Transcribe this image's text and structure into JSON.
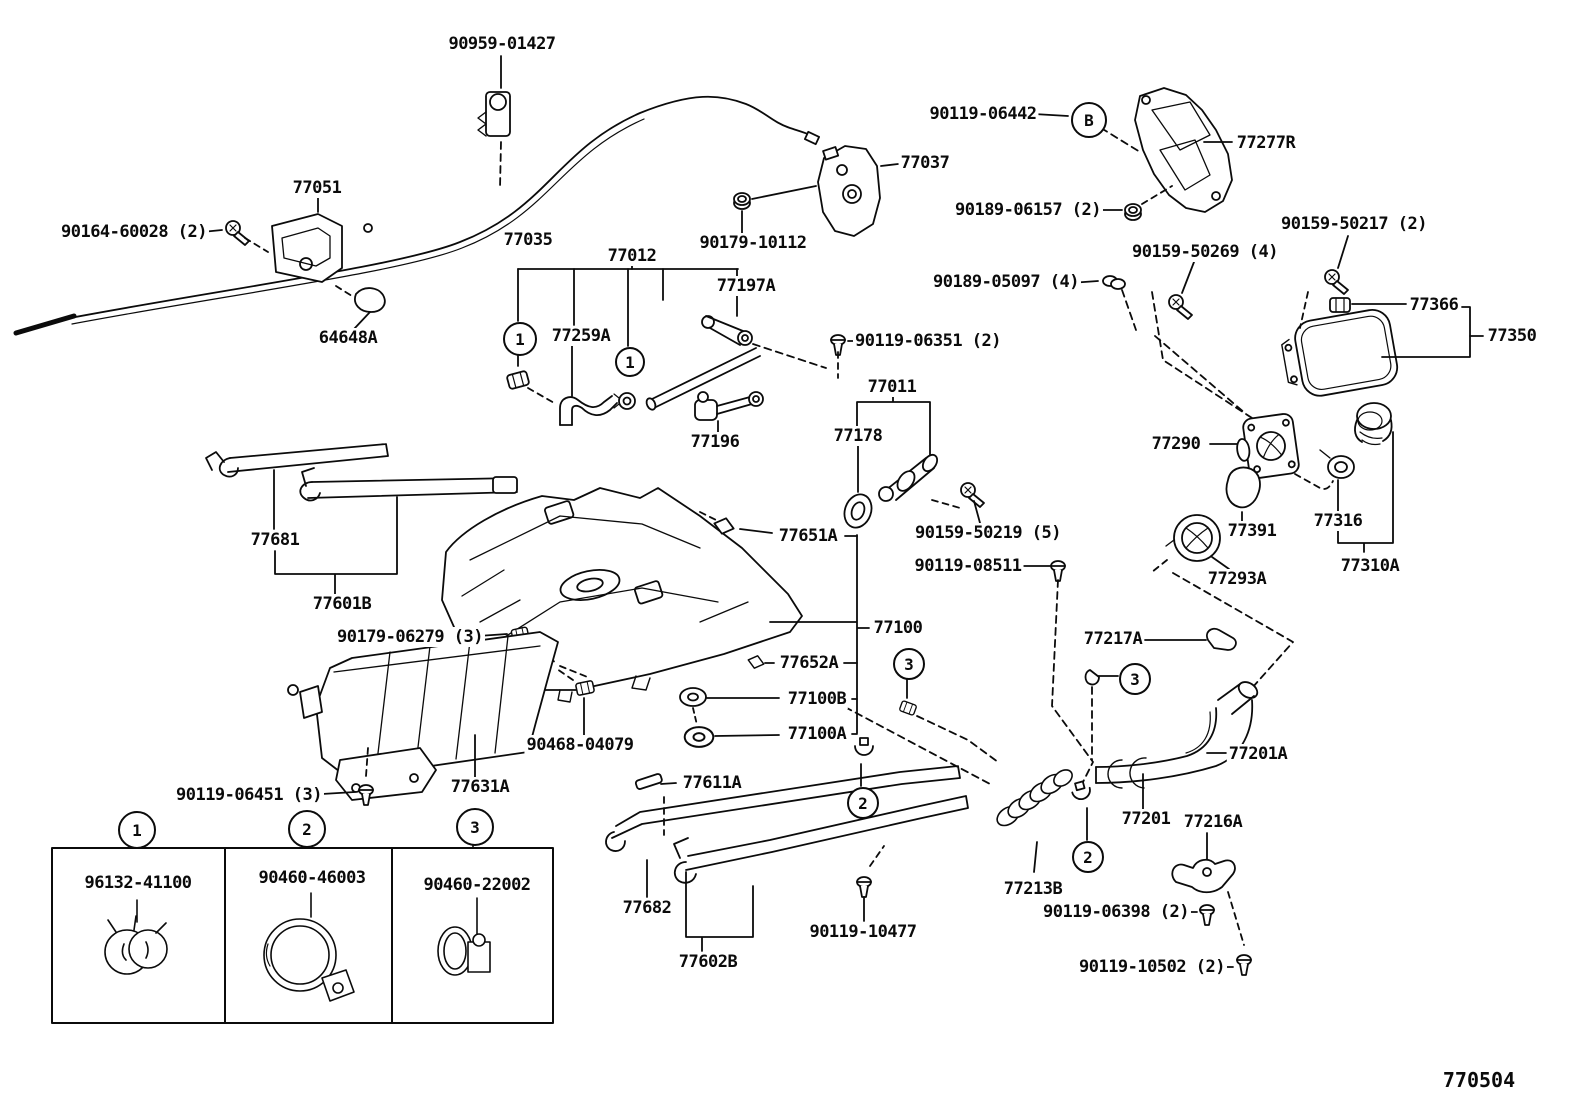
{
  "doc": {
    "code": "770504"
  },
  "callouts": {
    "b": "B",
    "one": "1",
    "two": "2",
    "three": "3"
  },
  "labels": [
    {
      "id": "90959-01427",
      "text": "90959-01427"
    },
    {
      "id": "77051",
      "text": "77051"
    },
    {
      "id": "90164-60028",
      "text": "90164-60028 (2)"
    },
    {
      "id": "64648A",
      "text": "64648A"
    },
    {
      "id": "77035",
      "text": "77035"
    },
    {
      "id": "77012",
      "text": "77012"
    },
    {
      "id": "90179-10112",
      "text": "90179-10112"
    },
    {
      "id": "77037",
      "text": "77037"
    },
    {
      "id": "90119-06442",
      "text": "90119-06442"
    },
    {
      "id": "77277R",
      "text": "77277R"
    },
    {
      "id": "90189-06157",
      "text": "90189-06157 (2)"
    },
    {
      "id": "90159-50269",
      "text": "90159-50269 (4)"
    },
    {
      "id": "90189-05097",
      "text": "90189-05097 (4)"
    },
    {
      "id": "90159-50217",
      "text": "90159-50217 (2)"
    },
    {
      "id": "77366",
      "text": "77366"
    },
    {
      "id": "77350",
      "text": "77350"
    },
    {
      "id": "77259A",
      "text": "77259A"
    },
    {
      "id": "77197A",
      "text": "77197A"
    },
    {
      "id": "90119-06351",
      "text": "90119-06351 (2)"
    },
    {
      "id": "77011",
      "text": "77011"
    },
    {
      "id": "77178",
      "text": "77178"
    },
    {
      "id": "77196",
      "text": "77196"
    },
    {
      "id": "90159-50219",
      "text": "90159-50219 (5)"
    },
    {
      "id": "90119-08511",
      "text": "90119-08511"
    },
    {
      "id": "77290",
      "text": "77290"
    },
    {
      "id": "77391",
      "text": "77391"
    },
    {
      "id": "77293A",
      "text": "77293A"
    },
    {
      "id": "77316",
      "text": "77316"
    },
    {
      "id": "77310A",
      "text": "77310A"
    },
    {
      "id": "77651A",
      "text": "77651A"
    },
    {
      "id": "77100",
      "text": "77100"
    },
    {
      "id": "77652A",
      "text": "77652A"
    },
    {
      "id": "77100B",
      "text": "77100B"
    },
    {
      "id": "77100A",
      "text": "77100A"
    },
    {
      "id": "90468-04079",
      "text": "90468-04079"
    },
    {
      "id": "77681",
      "text": "77681"
    },
    {
      "id": "77601B",
      "text": "77601B"
    },
    {
      "id": "90179-06279",
      "text": "90179-06279 (3)"
    },
    {
      "id": "90119-06451",
      "text": "90119-06451 (3)"
    },
    {
      "id": "77631A",
      "text": "77631A"
    },
    {
      "id": "77611A",
      "text": "77611A"
    },
    {
      "id": "77682",
      "text": "77682"
    },
    {
      "id": "77602B",
      "text": "77602B"
    },
    {
      "id": "90119-10477",
      "text": "90119-10477"
    },
    {
      "id": "77217A",
      "text": "77217A"
    },
    {
      "id": "77201A",
      "text": "77201A"
    },
    {
      "id": "77201",
      "text": "77201"
    },
    {
      "id": "77216A",
      "text": "77216A"
    },
    {
      "id": "77213B",
      "text": "77213B"
    },
    {
      "id": "90119-06398",
      "text": "90119-06398 (2)"
    },
    {
      "id": "90119-10502",
      "text": "90119-10502 (2)"
    }
  ],
  "legend": {
    "items": [
      {
        "num": "1",
        "part": "96132-41100"
      },
      {
        "num": "2",
        "part": "90460-46003"
      },
      {
        "num": "3",
        "part": "90460-22002"
      }
    ]
  }
}
